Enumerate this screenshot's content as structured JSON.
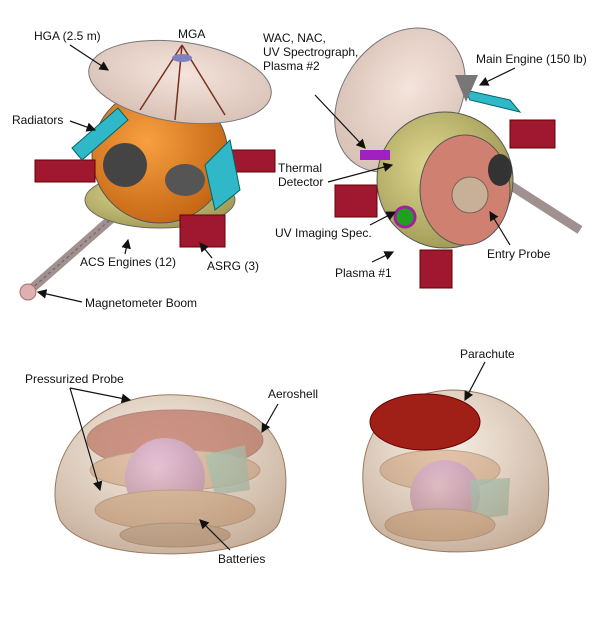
{
  "top_left": {
    "labels": {
      "hga": "HGA (2.5 m)",
      "mga": "MGA",
      "radiators": "Radiators",
      "acs_engines": "ACS Engines (12)",
      "asrg": "ASRG (3)",
      "magnetometer_boom": "Magnetometer Boom"
    }
  },
  "top_right": {
    "labels": {
      "instruments": [
        "WAC, NAC,",
        "UV Spectrograph,",
        "Plasma #2"
      ],
      "main_engine": "Main Engine (150 lb)",
      "thermal_detector": [
        "Thermal",
        "Detector"
      ],
      "uv_imaging_spec": "UV Imaging Spec.",
      "plasma_1": "Plasma #1",
      "entry_probe": "Entry Probe"
    }
  },
  "bottom_left": {
    "labels": {
      "pressurized_probe": "Pressurized Probe",
      "aeroshell": "Aeroshell",
      "batteries": "Batteries"
    }
  },
  "bottom_right": {
    "labels": {
      "parachute": "Parachute"
    }
  }
}
